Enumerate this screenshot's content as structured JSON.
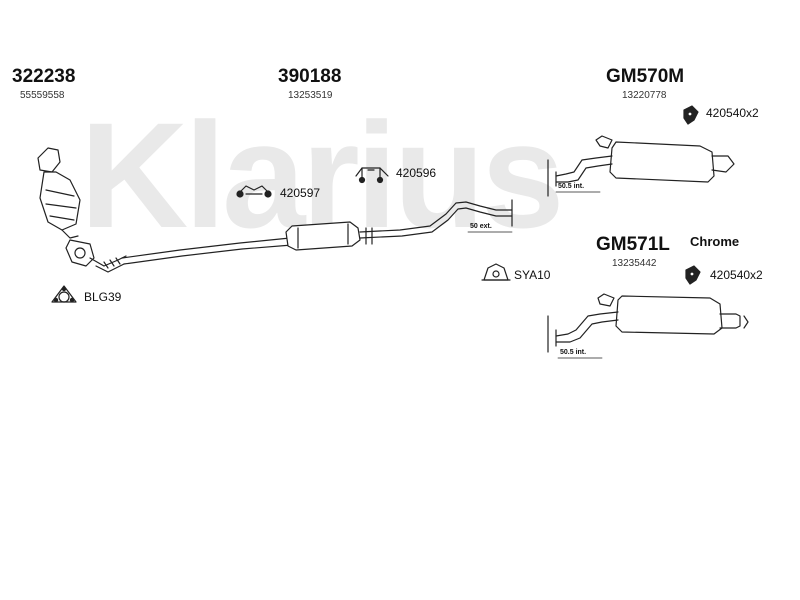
{
  "watermark": "Klarius",
  "parts": {
    "front_pipe": {
      "code": "322238",
      "ref": "55559558"
    },
    "middle_box": {
      "code": "390188",
      "ref": "13253519"
    },
    "rear_box_m": {
      "code": "GM570M",
      "ref": "13220778"
    },
    "rear_box_l": {
      "code": "GM571L",
      "ref": "13235442",
      "finish": "Chrome"
    }
  },
  "fittings": {
    "clamp_420597": "420597",
    "clamp_420596": "420596",
    "rubber_m": "420540x2",
    "rubber_l": "420540x2",
    "mount_sya10": "SYA10",
    "gasket_blg39": "BLG39"
  },
  "dimensions": {
    "mid_ext": "50 ext.",
    "rear_m_int": "50.5 int.",
    "rear_l_int": "50.5 int."
  }
}
